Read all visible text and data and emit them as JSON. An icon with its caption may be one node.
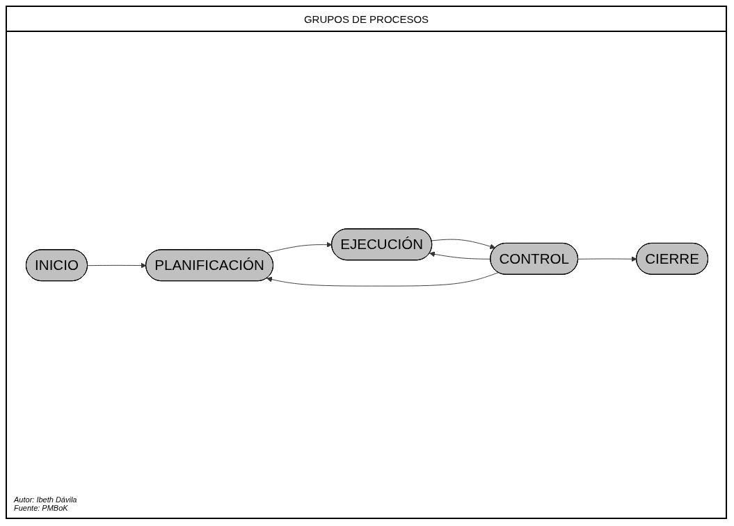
{
  "diagram": {
    "title": "GRUPOS DE PROCESOS",
    "nodes": [
      {
        "text": [
          "INICIO"
        ]
      },
      {
        "text": [
          "PLANIFICACIÓN"
        ]
      },
      {
        "text": [
          "CONTROL"
        ]
      },
      {
        "text": [
          "EJECUCIÓN"
        ]
      },
      {
        "text": [
          "CIERRE"
        ]
      }
    ],
    "edges": [
      {
        "from": 0,
        "to": 1,
        "arrow": "to"
      },
      {
        "from": 1,
        "to": 3,
        "arrow": "to"
      },
      {
        "from": 2,
        "to": 1,
        "arrow": "to"
      },
      {
        "from": 2,
        "to": 3,
        "arrow": "to"
      },
      {
        "from": 3,
        "to": 2,
        "arrow": "to"
      },
      {
        "from": 2,
        "to": 4,
        "arrow": "to"
      }
    ],
    "labels": [
      "Autor: Ibeth Dávila",
      "Fuente: PMBoK"
    ]
  }
}
